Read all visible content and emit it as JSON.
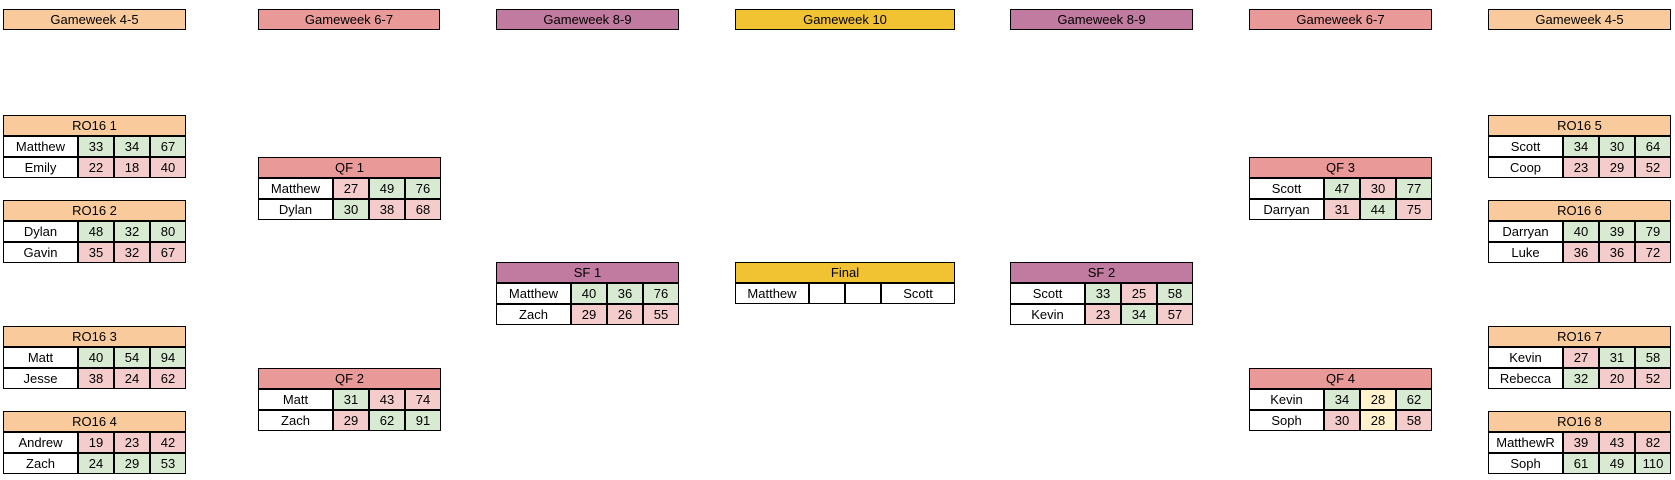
{
  "colors": {
    "ro16": "#f9cb9c",
    "qf": "#ea9999",
    "sf": "#c27ba0",
    "final": "#f1c232",
    "win": "#d9ead3",
    "lose": "#f4cccc",
    "draw": "#fff2cc"
  },
  "gameweeks": [
    {
      "label": "Gameweek 4-5",
      "round": "ro16"
    },
    {
      "label": "Gameweek 6-7",
      "round": "qf"
    },
    {
      "label": "Gameweek 8-9",
      "round": "sf"
    },
    {
      "label": "Gameweek 10",
      "round": "final"
    },
    {
      "label": "Gameweek 8-9",
      "round": "sf"
    },
    {
      "label": "Gameweek 6-7",
      "round": "qf"
    },
    {
      "label": "Gameweek 4-5",
      "round": "ro16"
    }
  ],
  "matches": [
    {
      "title": "RO16 1",
      "round": "ro16",
      "rows": [
        {
          "name": "Matthew",
          "scores": [
            33,
            34,
            67
          ],
          "status": [
            "win",
            "win",
            "win"
          ]
        },
        {
          "name": "Emily",
          "scores": [
            22,
            18,
            40
          ],
          "status": [
            "lose",
            "lose",
            "lose"
          ]
        }
      ]
    },
    {
      "title": "RO16 2",
      "round": "ro16",
      "rows": [
        {
          "name": "Dylan",
          "scores": [
            48,
            32,
            80
          ],
          "status": [
            "win",
            "win",
            "win"
          ]
        },
        {
          "name": "Gavin",
          "scores": [
            35,
            32,
            67
          ],
          "status": [
            "lose",
            "lose",
            "lose"
          ]
        }
      ]
    },
    {
      "title": "RO16 3",
      "round": "ro16",
      "rows": [
        {
          "name": "Matt",
          "scores": [
            40,
            54,
            94
          ],
          "status": [
            "win",
            "win",
            "win"
          ]
        },
        {
          "name": "Jesse",
          "scores": [
            38,
            24,
            62
          ],
          "status": [
            "lose",
            "lose",
            "lose"
          ]
        }
      ]
    },
    {
      "title": "RO16 4",
      "round": "ro16",
      "rows": [
        {
          "name": "Andrew",
          "scores": [
            19,
            23,
            42
          ],
          "status": [
            "lose",
            "lose",
            "lose"
          ]
        },
        {
          "name": "Zach",
          "scores": [
            24,
            29,
            53
          ],
          "status": [
            "win",
            "win",
            "win"
          ]
        }
      ]
    },
    {
      "title": "QF 1",
      "round": "qf",
      "rows": [
        {
          "name": "Matthew",
          "scores": [
            27,
            49,
            76
          ],
          "status": [
            "lose",
            "win",
            "win"
          ]
        },
        {
          "name": "Dylan",
          "scores": [
            30,
            38,
            68
          ],
          "status": [
            "win",
            "lose",
            "lose"
          ]
        }
      ]
    },
    {
      "title": "QF 2",
      "round": "qf",
      "rows": [
        {
          "name": "Matt",
          "scores": [
            31,
            43,
            74
          ],
          "status": [
            "win",
            "lose",
            "lose"
          ]
        },
        {
          "name": "Zach",
          "scores": [
            29,
            62,
            91
          ],
          "status": [
            "lose",
            "win",
            "win"
          ]
        }
      ]
    },
    {
      "title": "SF 1",
      "round": "sf",
      "rows": [
        {
          "name": "Matthew",
          "scores": [
            40,
            36,
            76
          ],
          "status": [
            "win",
            "win",
            "win"
          ]
        },
        {
          "name": "Zach",
          "scores": [
            29,
            26,
            55
          ],
          "status": [
            "lose",
            "lose",
            "lose"
          ]
        }
      ]
    },
    {
      "title": "SF 2",
      "round": "sf",
      "rows": [
        {
          "name": "Scott",
          "scores": [
            33,
            25,
            58
          ],
          "status": [
            "win",
            "lose",
            "win"
          ]
        },
        {
          "name": "Kevin",
          "scores": [
            23,
            34,
            57
          ],
          "status": [
            "lose",
            "win",
            "lose"
          ]
        }
      ]
    },
    {
      "title": "QF 3",
      "round": "qf",
      "rows": [
        {
          "name": "Scott",
          "scores": [
            47,
            30,
            77
          ],
          "status": [
            "win",
            "lose",
            "win"
          ]
        },
        {
          "name": "Darryan",
          "scores": [
            31,
            44,
            75
          ],
          "status": [
            "lose",
            "win",
            "lose"
          ]
        }
      ]
    },
    {
      "title": "QF 4",
      "round": "qf",
      "rows": [
        {
          "name": "Kevin",
          "scores": [
            34,
            28,
            62
          ],
          "status": [
            "win",
            "draw",
            "win"
          ]
        },
        {
          "name": "Soph",
          "scores": [
            30,
            28,
            58
          ],
          "status": [
            "lose",
            "draw",
            "lose"
          ]
        }
      ]
    },
    {
      "title": "RO16 5",
      "round": "ro16",
      "rows": [
        {
          "name": "Scott",
          "scores": [
            34,
            30,
            64
          ],
          "status": [
            "win",
            "win",
            "win"
          ]
        },
        {
          "name": "Coop",
          "scores": [
            23,
            29,
            52
          ],
          "status": [
            "lose",
            "lose",
            "lose"
          ]
        }
      ]
    },
    {
      "title": "RO16 6",
      "round": "ro16",
      "rows": [
        {
          "name": "Darryan",
          "scores": [
            40,
            39,
            79
          ],
          "status": [
            "win",
            "win",
            "win"
          ]
        },
        {
          "name": "Luke",
          "scores": [
            36,
            36,
            72
          ],
          "status": [
            "lose",
            "lose",
            "lose"
          ]
        }
      ]
    },
    {
      "title": "RO16 7",
      "round": "ro16",
      "rows": [
        {
          "name": "Kevin",
          "scores": [
            27,
            31,
            58
          ],
          "status": [
            "lose",
            "win",
            "win"
          ]
        },
        {
          "name": "Rebecca",
          "scores": [
            32,
            20,
            52
          ],
          "status": [
            "win",
            "lose",
            "lose"
          ]
        }
      ]
    },
    {
      "title": "RO16 8",
      "round": "ro16",
      "rows": [
        {
          "name": "MatthewR",
          "scores": [
            39,
            43,
            82
          ],
          "status": [
            "lose",
            "lose",
            "lose"
          ]
        },
        {
          "name": "Soph",
          "scores": [
            61,
            49,
            110
          ],
          "status": [
            "win",
            "win",
            "win"
          ]
        }
      ]
    }
  ],
  "final": {
    "title": "Final",
    "left": "Matthew",
    "right": "Scott"
  }
}
